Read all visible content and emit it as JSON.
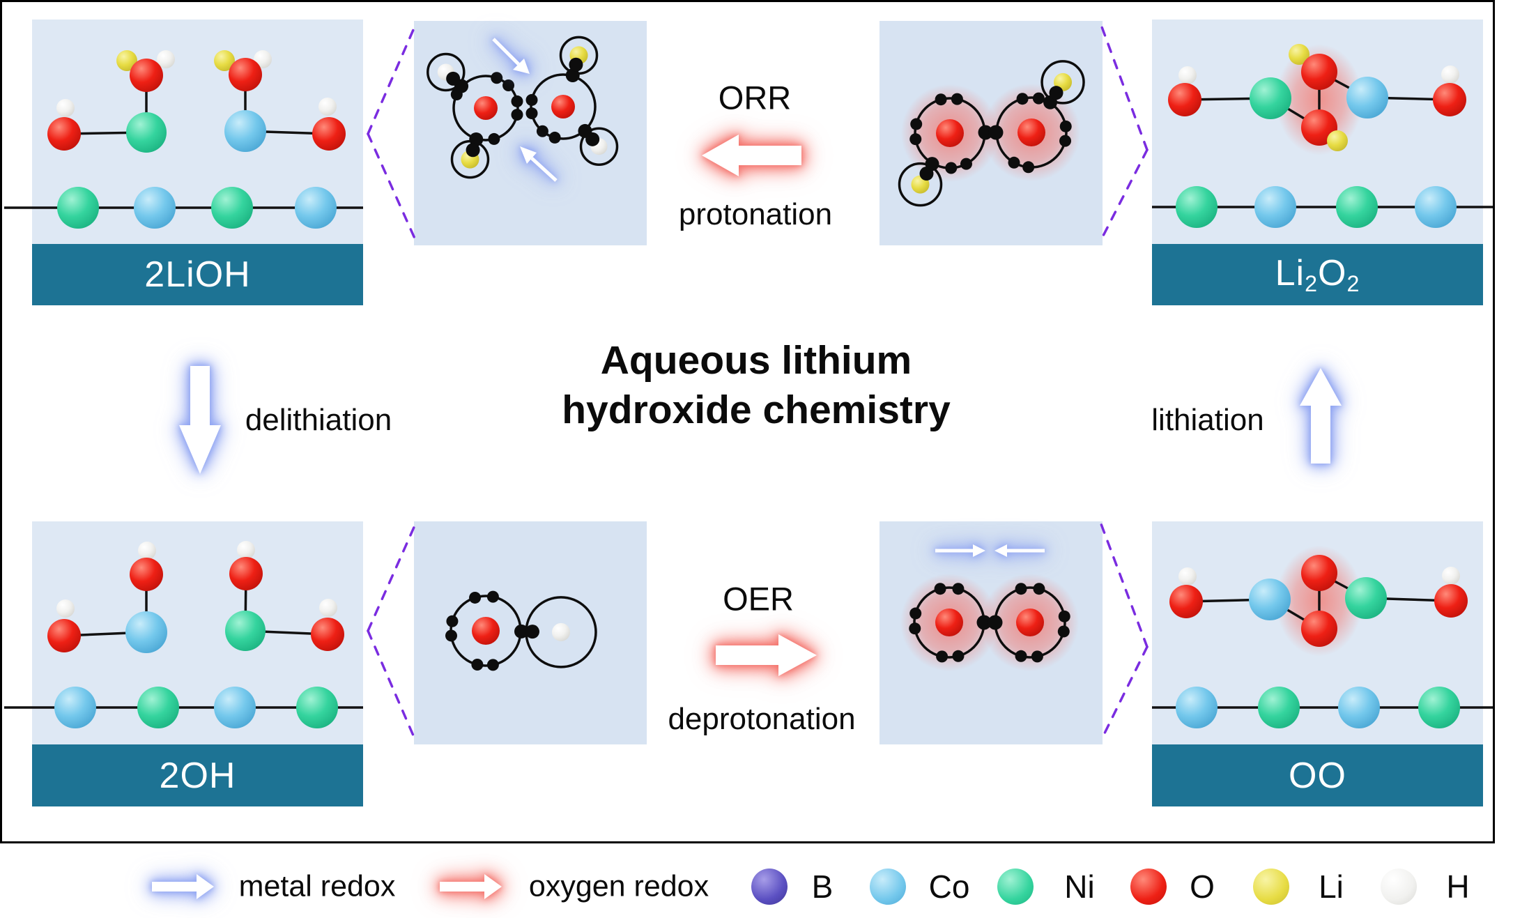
{
  "figure_title": {
    "line1": "Aqueous lithium",
    "line2": "hydroxide chemistry"
  },
  "states": [
    {
      "id": "2lioh",
      "label_parts": [
        {
          "t": "2LiOH"
        }
      ]
    },
    {
      "id": "li2o2",
      "label_parts": [
        {
          "t": "Li"
        },
        {
          "t": "2",
          "sub": true
        },
        {
          "t": "O"
        },
        {
          "t": "2",
          "sub": true
        }
      ]
    },
    {
      "id": "2oh",
      "label_parts": [
        {
          "t": "2OH"
        }
      ]
    },
    {
      "id": "oo",
      "label_parts": [
        {
          "t": "OO"
        }
      ]
    }
  ],
  "reactions": {
    "orr": {
      "name": "ORR",
      "mechanism": "protonation",
      "direction": "left"
    },
    "oer": {
      "name": "OER",
      "mechanism": "deprotonation",
      "direction": "right"
    },
    "left_transition": {
      "label": "delithiation",
      "direction": "down"
    },
    "right_transition": {
      "label": "lithiation",
      "direction": "up"
    }
  },
  "legend": {
    "arrow_items": [
      {
        "label": "metal redox",
        "glow": "#8fa6f4"
      },
      {
        "label": "oxygen redox",
        "glow": "#f5837d"
      }
    ],
    "atoms": [
      {
        "symbol": "B",
        "hi": "#a79de8",
        "mid": "#5b50c2",
        "lo": "#3f3596"
      },
      {
        "symbol": "Co",
        "hi": "#c8ecfa",
        "mid": "#74c8ec",
        "lo": "#4da9d6"
      },
      {
        "symbol": "Ni",
        "hi": "#a0f2d4",
        "mid": "#35d49e",
        "lo": "#1db583"
      },
      {
        "symbol": "O",
        "hi": "#ff8a7a",
        "mid": "#ee2015",
        "lo": "#c4130b"
      },
      {
        "symbol": "Li",
        "hi": "#f8f4a6",
        "mid": "#e7dc44",
        "lo": "#c9bd2e"
      },
      {
        "symbol": "H",
        "hi": "#ffffff",
        "mid": "#f1f1ef",
        "lo": "#d9d9d5"
      }
    ]
  },
  "colors": {
    "panel_bg": "#dee8f4",
    "zoom_panel_bg": "#d7e3f2",
    "state_bar": "#1d7394",
    "callout": "#7a2ce0",
    "metal_redox_glow": "#8fa6f4",
    "oxygen_redox_glow": "#f5837d"
  }
}
